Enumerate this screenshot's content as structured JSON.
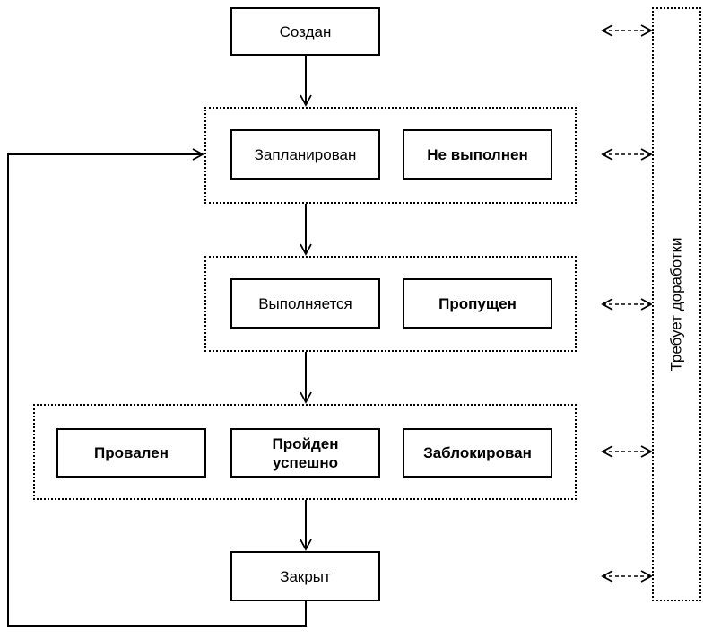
{
  "nodes": {
    "created": "Создан",
    "planned": "Запланирован",
    "not_executed": "Не выполнен",
    "in_progress": "Выполняется",
    "skipped": "Пропущен",
    "failed": "Провален",
    "passed": "Пройден\nуспешно",
    "blocked": "Заблокирован",
    "closed": "Закрыт"
  },
  "side_panel": {
    "label": "Требует доработки"
  },
  "colors": {
    "line": "#000000",
    "background": "#ffffff",
    "node_fill": "#ffffff",
    "text": "#000000"
  }
}
